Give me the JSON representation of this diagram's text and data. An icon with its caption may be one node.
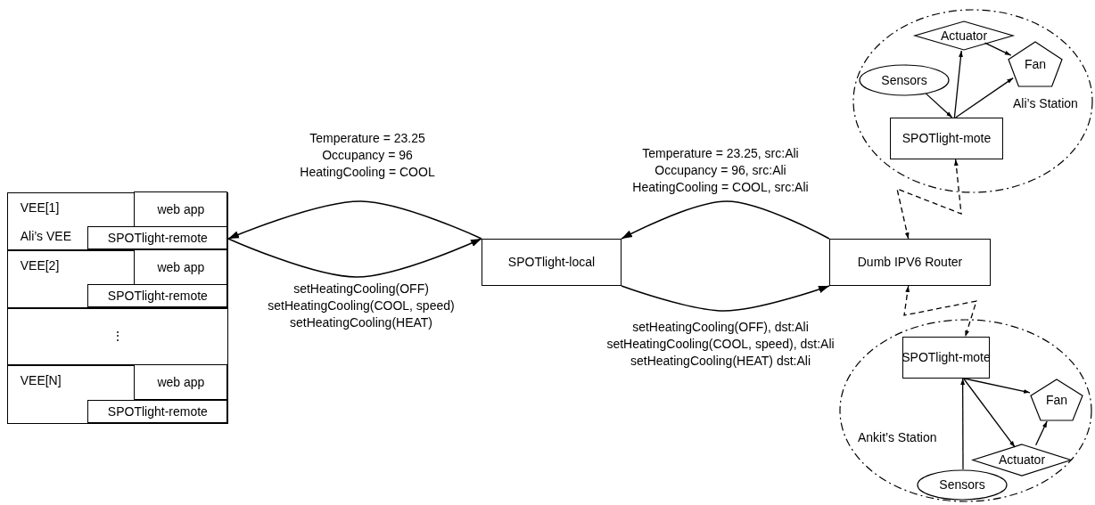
{
  "diagram": {
    "nodes": [
      {
        "text": [],
        "shape": "box"
      },
      {
        "text": [
          "VEE[1]",
          "Ali’s VEE"
        ],
        "in": 0
      },
      {
        "text": [
          "web app"
        ],
        "in": 1
      },
      {
        "text": [
          "SPOTlight-remote"
        ],
        "in": 1
      },
      {
        "text": [
          "VEE[2]"
        ],
        "in": 0
      },
      {
        "text": [
          "web app"
        ],
        "in": 4
      },
      {
        "text": [
          "SPOTlight-remote"
        ],
        "in": 4
      },
      {
        "text": [
          "⋮"
        ],
        "in": 0
      },
      {
        "text": [
          "VEE[N]"
        ],
        "in": 0
      },
      {
        "text": [
          "web app"
        ],
        "in": 8
      },
      {
        "text": [
          "SPOTlight-remote"
        ],
        "in": 8
      },
      {
        "text": [
          "SPOTlight-local"
        ]
      },
      {
        "text": [
          "Dumb IPV6 Router"
        ]
      },
      {
        "text": [
          "Ali’s Station"
        ]
      },
      {
        "text": [
          "Actuator"
        ],
        "in": 13
      },
      {
        "text": [
          "Fan"
        ],
        "in": 13
      },
      {
        "text": [
          "Sensors"
        ],
        "in": 13
      },
      {
        "text": [
          "SPOTlight-mote"
        ],
        "in": 13
      },
      {
        "text": [
          "Ankit’s Station"
        ]
      },
      {
        "text": [
          "SPOTlight-mote"
        ],
        "in": 18
      },
      {
        "text": [
          "Fan"
        ],
        "in": 18
      },
      {
        "text": [
          "Actuator"
        ],
        "in": 18
      },
      {
        "text": [
          "Sensors"
        ],
        "in": 18
      }
    ],
    "edges": [
      {
        "from": 11,
        "to": 3,
        "arrow": "to",
        "label": "Temperature = 23.25 Occupancy = 96 HeatingCooling = COOL"
      },
      {
        "from": 3,
        "to": 11,
        "arrow": "to",
        "label": "setHeatingCooling(OFF) setHeatingCooling(COOL, speed) setHeatingCooling(HEAT)"
      },
      {
        "from": 12,
        "to": 11,
        "arrow": "to",
        "label": "Temperature = 23.25, src:Ali Occupancy = 96, src:Ali HeatingCooling = COOL, src:Ali"
      },
      {
        "from": 11,
        "to": 12,
        "arrow": "to",
        "label": "setHeatingCooling(OFF), dst:Ali setHeatingCooling(COOL, speed), dst:Ali setHeatingCooling(HEAT) dst:Ali"
      },
      {
        "from": 12,
        "to": 17,
        "arrow": "both",
        "style": "dashed"
      },
      {
        "from": 12,
        "to": 19,
        "arrow": "both",
        "style": "dashed"
      },
      {
        "from": 16,
        "to": 17,
        "arrow": "to"
      },
      {
        "from": 17,
        "to": 14,
        "arrow": "to"
      },
      {
        "from": 17,
        "to": 15,
        "arrow": "to"
      },
      {
        "from": 14,
        "to": 15,
        "arrow": "to"
      },
      {
        "from": 22,
        "to": 19,
        "arrow": "to"
      },
      {
        "from": 19,
        "to": 20,
        "arrow": "to"
      },
      {
        "from": 19,
        "to": 21,
        "arrow": "to"
      },
      {
        "from": 21,
        "to": 20,
        "arrow": "to"
      }
    ]
  }
}
